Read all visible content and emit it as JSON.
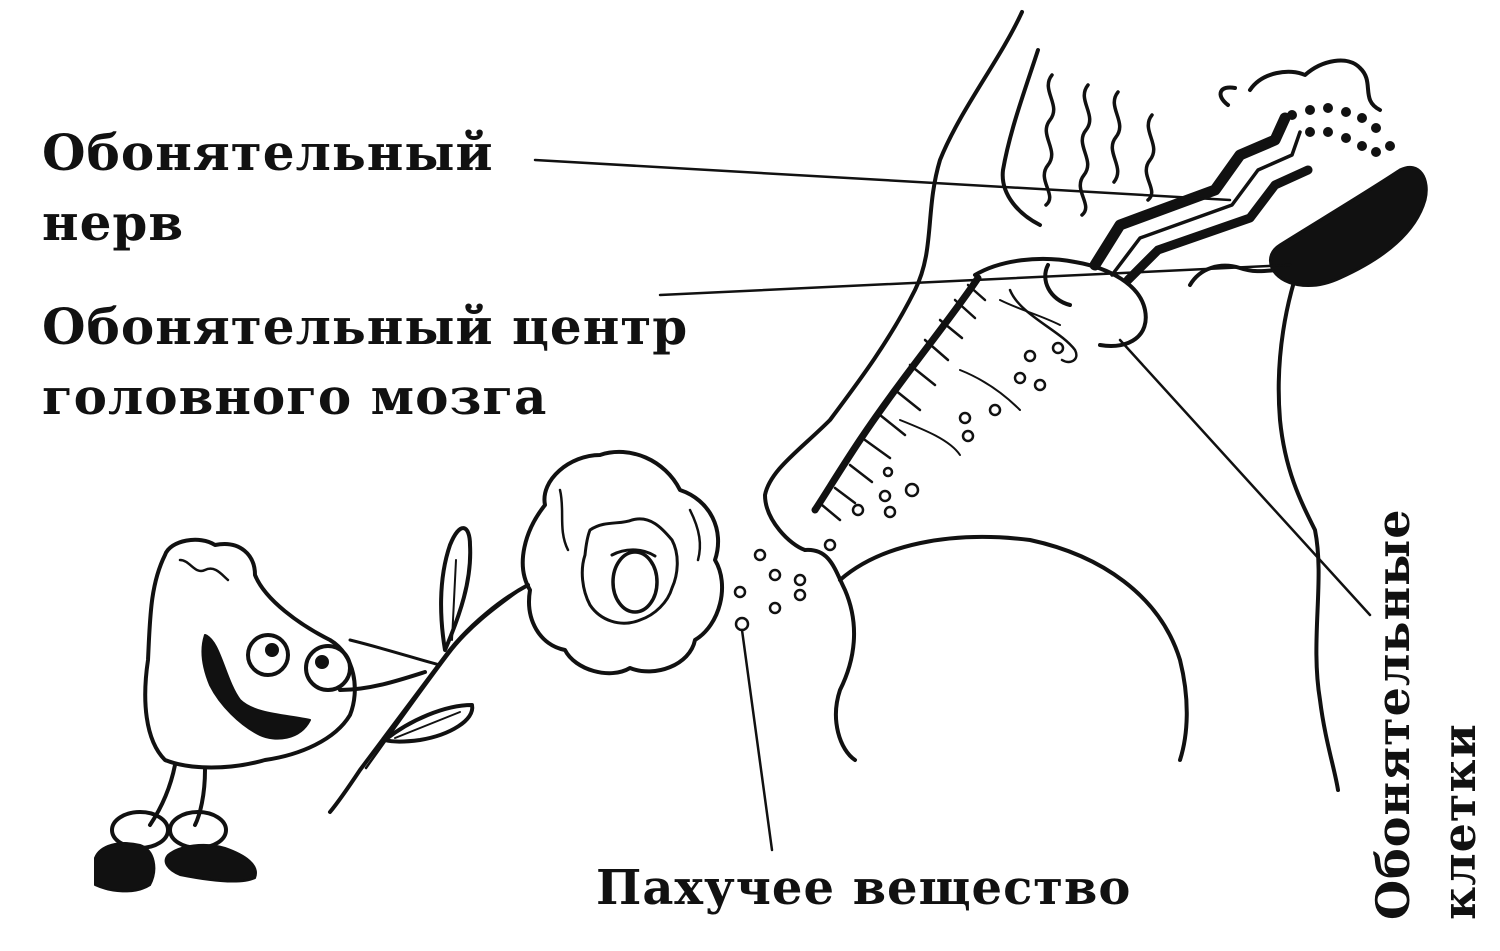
{
  "labels": {
    "olfactory_nerve": {
      "line1": "Обонятельный",
      "line2": "нерв"
    },
    "olfactory_center": {
      "line1": "Обонятельный центр",
      "line2": "головного мозга"
    },
    "odorant": {
      "text": "Пахучее вещество"
    },
    "olfactory_cells": {
      "line1": "Обонятельные",
      "line2": "клетки"
    }
  },
  "style": {
    "ink": "#111111",
    "paper": "#ffffff"
  }
}
